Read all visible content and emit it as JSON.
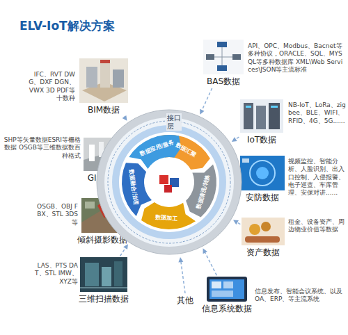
{
  "diagram": {
    "title": "ELV-IoT解决方案",
    "nodes": [
      {
        "text": [
          "BIM数据",
          "IFC、RVT DWG、DXF DGN、VWX 3D PDF等十数种"
        ]
      },
      {
        "text": [
          "GIS数据",
          "SHP等矢量数据ESRI等栅格数据 OSGB等三维数据数百种格式"
        ]
      },
      {
        "text": [
          "倾斜摄影数据",
          "OSGB、OBJ FBX、STL 3DS等"
        ]
      },
      {
        "text": [
          "三维扫描数据",
          "LAS、PTS DAT、STL IMW、XYZ等"
        ]
      },
      {
        "text": [
          "BAS数据",
          "API、OPC、Modbus、Bacnet等多种协议，ORACLE、SQL、MYSQL等多种数据库 XML\\Web Services\\JSON等主流标准"
        ]
      },
      {
        "text": [
          "IoT数据",
          "NB-IoT、LoRa、zigbee、BLE、WIFI、RFID、4G、5G......"
        ]
      },
      {
        "text": [
          "安防数据",
          "视频监控、智能分析、人脸识别、出入口控制、入侵报警、电子巡查、车库管理、安保对讲......"
        ]
      },
      {
        "text": [
          "资产数据",
          "租金、设备资产、周边物业价值等数据"
        ]
      },
      {
        "text": [
          "信息系统数据",
          "信息发布、智能会议系统、以及OA、ERP、等主流系统"
        ]
      },
      {
        "text": [
          "接口层"
        ]
      },
      {
        "text": [
          "数据汇聚"
        ],
        "in": 9
      },
      {
        "text": [
          "数据清洗/转换"
        ],
        "in": 9
      },
      {
        "text": [
          "数据加工"
        ],
        "in": 9
      },
      {
        "text": [
          "数据融合/治理"
        ],
        "in": 9
      },
      {
        "text": [
          "数据应用/服务"
        ],
        "in": 9
      }
    ],
    "edges": [
      {
        "from": 0,
        "to": 9,
        "arrow": "to"
      },
      {
        "from": 1,
        "to": 9,
        "arrow": "to"
      },
      {
        "from": 2,
        "to": 9,
        "arrow": "to"
      },
      {
        "from": 3,
        "to": 9,
        "arrow": "to"
      },
      {
        "from": 4,
        "to": 9,
        "arrow": "to"
      },
      {
        "from": 5,
        "to": 9,
        "arrow": "to"
      },
      {
        "from": 6,
        "to": 9,
        "arrow": "to"
      },
      {
        "from": 7,
        "to": 9,
        "arrow": "to"
      },
      {
        "from": 8,
        "to": 9,
        "arrow": "to"
      }
    ],
    "labels": [
      "其他"
    ]
  }
}
